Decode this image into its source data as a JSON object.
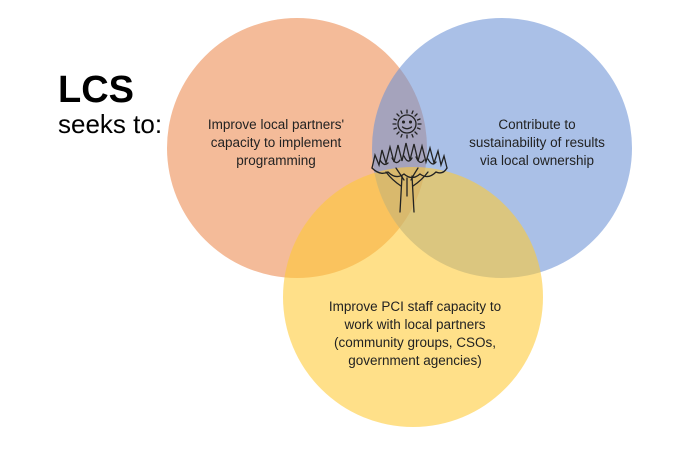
{
  "title": {
    "main": "LCS",
    "sub": "seeks to:"
  },
  "circles": [
    {
      "id": "left",
      "text": [
        "Improve local partners'",
        "capacity to implement",
        "programming"
      ],
      "color": "#EC8A4F"
    },
    {
      "id": "right",
      "text": [
        "Contribute to",
        "sustainability of results",
        "via local ownership"
      ],
      "color": "#6C93D6"
    },
    {
      "id": "bottom",
      "text": [
        "Improve PCI staff capacity to",
        "work with local partners",
        "(community groups, CSOs,",
        "government agencies)"
      ],
      "color": "#FFC933"
    }
  ],
  "center_icon": "sun-and-tree-icon"
}
